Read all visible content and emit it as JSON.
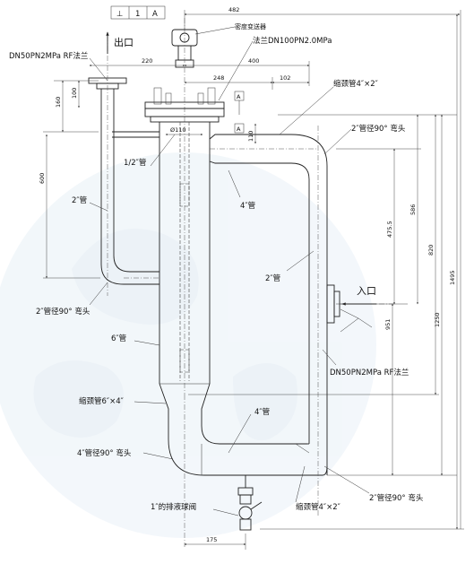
{
  "labels": {
    "tol_symbol": "⊥",
    "tol_value": "1",
    "tol_datum": "A",
    "datum_a": "A",
    "outlet": "出口",
    "inlet": "入口",
    "transmitter": "密度变送器",
    "flange_top": "法兰DN100PN2.0MPa",
    "flange_outlet": "DN50PN2MPa  RF法兰",
    "flange_inlet": "DN50PN2MPa  RF法兰",
    "reducer_4x2_top": "缩颈管4″×2″",
    "elbow_2_top": "2″管径90° 弯头",
    "pipe_half": "1/2″管",
    "pipe_2_left": "2″管",
    "pipe_4_top": "4″管",
    "pipe_2_right": "2″管",
    "elbow_2_left": "2″管径90° 弯头",
    "pipe_6": "6″管",
    "reducer_6x4": "缩颈管6″×4″",
    "pipe_4_bottom": "4″管",
    "elbow_4": "4″管径90° 弯头",
    "drain_valve": "1″的排液球阀",
    "reducer_4x2_bottom": "缩颈管4″×2″",
    "elbow_2_bottom": "2″管径90° 弯头"
  },
  "dimensions": {
    "d482": "482",
    "d220": "220",
    "d400": "400",
    "d248": "248",
    "d102": "102",
    "d160": "160",
    "d100": "100",
    "d600": "600",
    "d110": "110",
    "d110dia": "Ø110",
    "d586": "586",
    "d475_5": "475.5",
    "d820": "820",
    "d951": "951",
    "d1250": "1250",
    "d1495": "1495",
    "d175": "175"
  }
}
